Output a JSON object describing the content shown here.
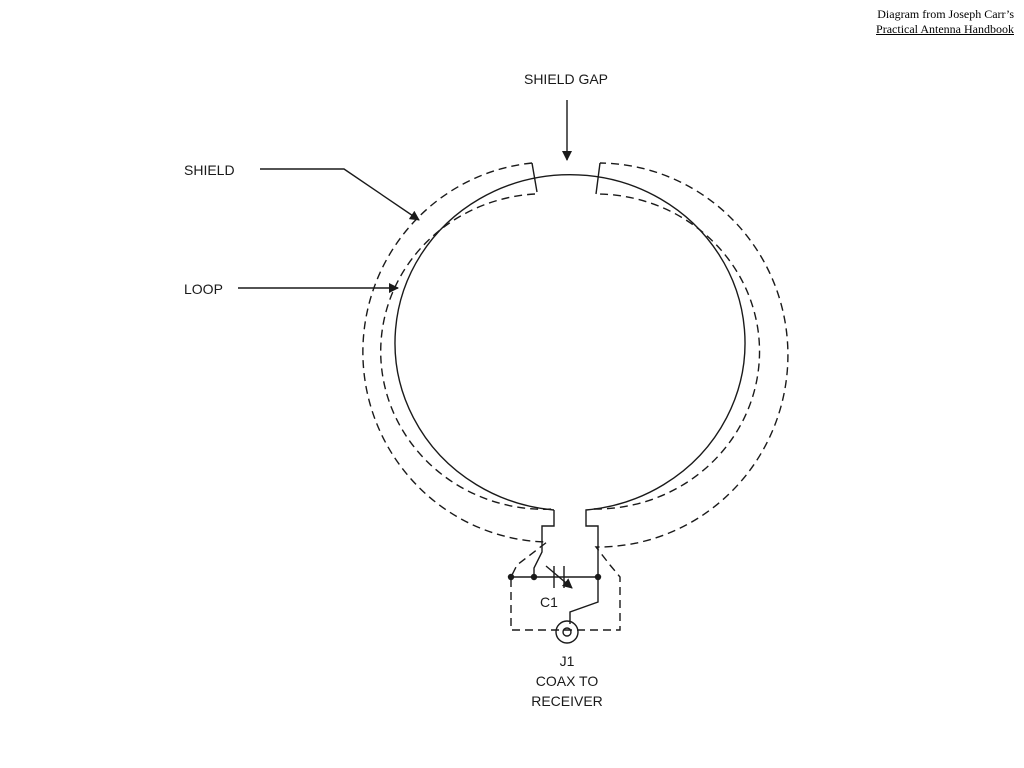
{
  "caption": {
    "line1": "Diagram from Joseph Carr’s",
    "book": "Practical Antenna Handbook"
  },
  "labels": {
    "shield_gap": "SHIELD GAP",
    "shield": "SHIELD",
    "loop": "LOOP",
    "c1": "C1",
    "j1": "J1",
    "coax_line1": "COAX TO",
    "coax_line2": "RECEIVER"
  },
  "colors": {
    "ink": "#1a1a1a",
    "background": "#ffffff"
  }
}
